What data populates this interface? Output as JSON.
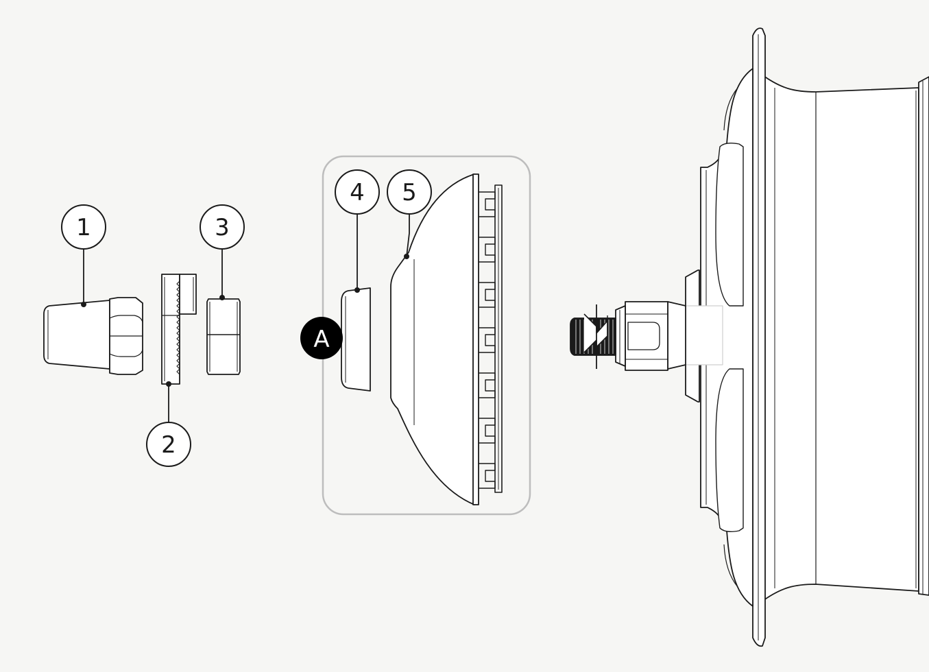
{
  "callouts": [
    {
      "id": "c1",
      "label": "1"
    },
    {
      "id": "c2",
      "label": "2"
    },
    {
      "id": "c3",
      "label": "3"
    },
    {
      "id": "c4",
      "label": "4"
    },
    {
      "id": "c5",
      "label": "5"
    }
  ],
  "detail_marker": {
    "label": "A"
  },
  "colors": {
    "background": "#f6f6f4",
    "line": "#1a1a1a",
    "part_fill": "#ffffff",
    "detail_frame": "#bdbdbd",
    "marker_fill": "#000000",
    "marker_text": "#ffffff"
  }
}
